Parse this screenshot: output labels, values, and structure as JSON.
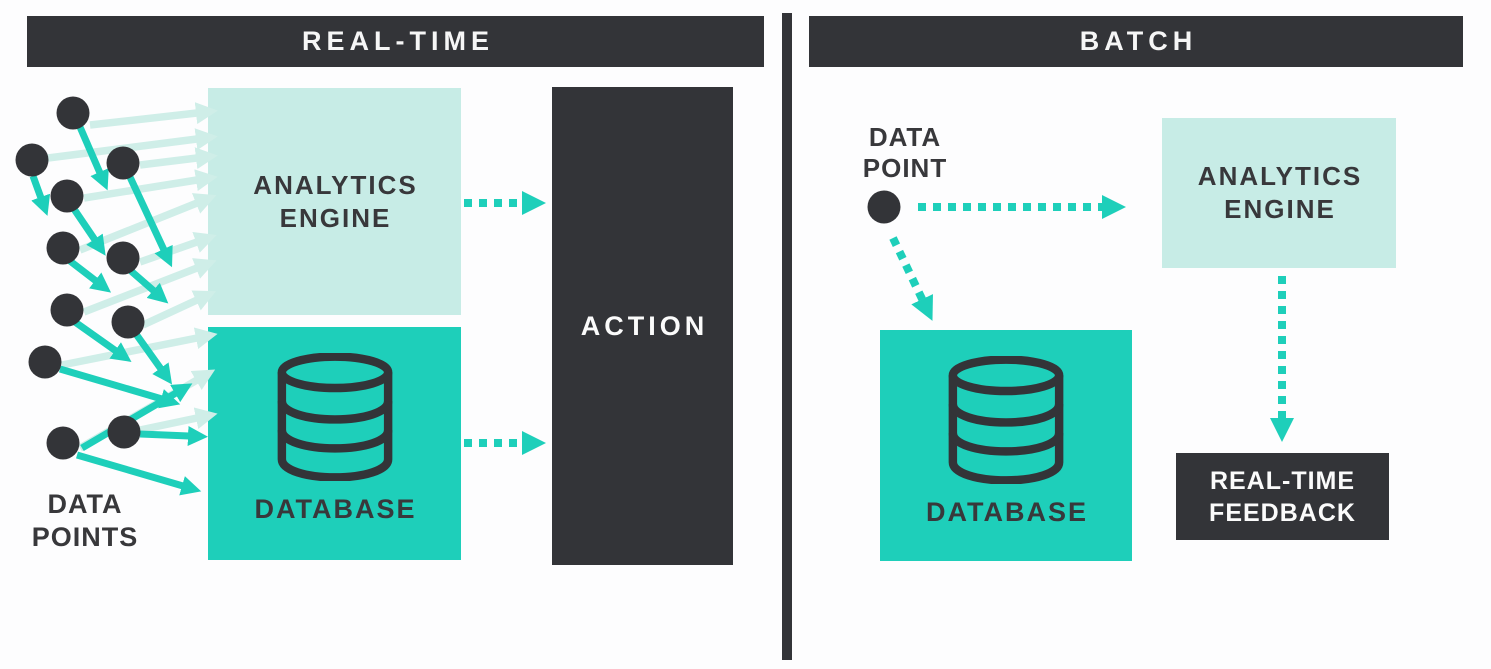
{
  "colors": {
    "dark": "#333438",
    "teal": "#1ecfba",
    "teal_light": "#c7ece6",
    "teal_faded": "#cfeee8",
    "bg": "#fdfdfe",
    "text_dark": "#38383b"
  },
  "left": {
    "header": "REAL-TIME",
    "data_points_line1": "DATA",
    "data_points_line2": "POINTS",
    "analytics_line1": "ANALYTICS",
    "analytics_line2": "ENGINE",
    "database_label": "DATABASE",
    "action_label": "ACTION"
  },
  "right": {
    "header": "BATCH",
    "data_point_line1": "DATA",
    "data_point_line2": "POINT",
    "analytics_line1": "ANALYTICS",
    "analytics_line2": "ENGINE",
    "database_label": "DATABASE",
    "feedback_line1": "REAL-TIME",
    "feedback_line2": "FEEDBACK"
  },
  "icons": {
    "database": "database-cylinder-icon",
    "solid_arrow": "teal-arrow-icon",
    "faded_arrow": "pale-teal-arrow-icon",
    "dotted_arrow": "dotted-teal-arrow-icon"
  },
  "scatter": {
    "dot_radius": 16.5,
    "dots": [
      [
        73,
        113
      ],
      [
        32,
        160
      ],
      [
        123,
        163
      ],
      [
        67,
        196
      ],
      [
        63,
        248
      ],
      [
        123,
        258
      ],
      [
        67,
        310
      ],
      [
        128,
        322
      ],
      [
        45,
        362
      ],
      [
        124,
        432
      ],
      [
        63,
        443
      ]
    ],
    "solid_arrows": [
      [
        80,
        127,
        100,
        173
      ],
      [
        33,
        176,
        41,
        198
      ],
      [
        130,
        177,
        164,
        250
      ],
      [
        74,
        209,
        95,
        240
      ],
      [
        70,
        261,
        96,
        281
      ],
      [
        131,
        271,
        154,
        291
      ],
      [
        75,
        322,
        116,
        351
      ],
      [
        136,
        334,
        161,
        369
      ],
      [
        60,
        369,
        162,
        399
      ],
      [
        140,
        434,
        189,
        436
      ],
      [
        77,
        455,
        183,
        486
      ],
      [
        82,
        448,
        176,
        393
      ]
    ],
    "faded_arrows": [
      [
        90,
        125,
        197,
        113
      ],
      [
        48,
        158,
        197,
        139
      ],
      [
        140,
        165,
        197,
        158
      ],
      [
        84,
        198,
        197,
        180
      ],
      [
        80,
        250,
        197,
        203
      ],
      [
        140,
        262,
        197,
        242
      ],
      [
        84,
        312,
        197,
        268
      ],
      [
        143,
        325,
        197,
        300
      ],
      [
        62,
        365,
        197,
        338
      ],
      [
        80,
        448,
        197,
        380
      ],
      [
        140,
        430,
        197,
        418
      ]
    ],
    "single_dot": [
      884,
      207
    ]
  },
  "connectors": {
    "dotted": [
      [
        464,
        203,
        524,
        203
      ],
      [
        464,
        443,
        524,
        443
      ],
      [
        918,
        207,
        1104,
        207
      ],
      [
        893,
        238,
        923,
        301
      ],
      [
        1282,
        276,
        1282,
        420
      ]
    ]
  }
}
